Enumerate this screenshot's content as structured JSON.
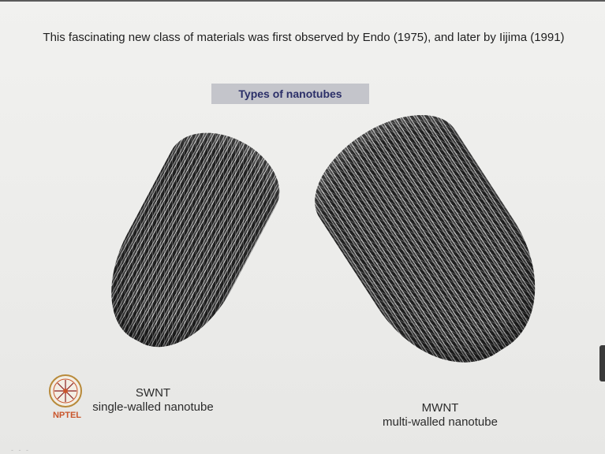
{
  "slide": {
    "intro_text": "This fascinating new class of materials was first observed by Endo (1975), and later by Iijima (1991)",
    "section_label": "Types of nanotubes",
    "swnt": {
      "abbr": "SWNT",
      "full": "single-walled nanotube"
    },
    "mwnt": {
      "abbr": "MWNT",
      "full": "multi-walled nanotube"
    },
    "logo_text": "NPTEL",
    "footer_marks": "- - -"
  },
  "colors": {
    "section_label_bg": "#c4c5cb",
    "section_label_text": "#2b2f68",
    "logo_text": "#c9552b"
  }
}
